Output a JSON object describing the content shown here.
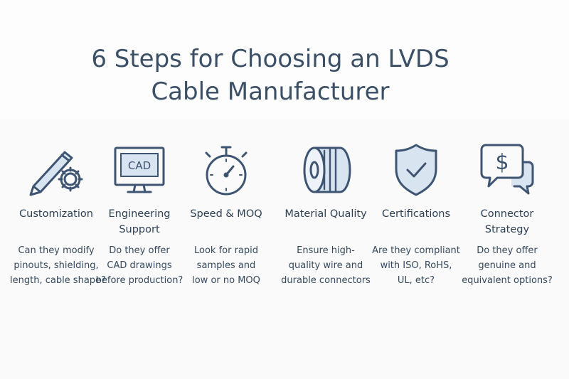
{
  "title": {
    "line1": "6 Steps for Choosing an LVDS",
    "line2": "Cable Manufacturer"
  },
  "steps": [
    {
      "icon": "pencil-gear-icon",
      "heading": "Customization",
      "desc": [
        "Can they modify",
        "pinouts, shielding,",
        "length, cable shape?"
      ]
    },
    {
      "icon": "cad-monitor-icon",
      "icon_text": "CAD",
      "heading": "Engineering Support",
      "desc": [
        "Do they offer",
        "CAD drawings",
        "before production?"
      ]
    },
    {
      "icon": "stopwatch-icon",
      "heading": "Speed & MOQ",
      "desc": [
        "Look for rapid",
        "samples and",
        "low or no MOQ"
      ]
    },
    {
      "icon": "cable-spool-icon",
      "heading": "Material Quality",
      "desc": [
        "Ensure high-",
        "quality wire and",
        "durable connectors"
      ]
    },
    {
      "icon": "shield-check-icon",
      "heading": "Certifications",
      "desc": [
        "Are they compliant",
        "with ISO, RoHS,",
        "UL, etc?"
      ]
    },
    {
      "icon": "dollar-chat-icon",
      "icon_text": "$",
      "heading": "Connector Strategy",
      "desc": [
        "Do they offer",
        "genuine and",
        "equivalent options?"
      ]
    }
  ],
  "colors": {
    "text": "#2f4459",
    "icon_stroke": "#3d5572",
    "icon_fill": "#d9e4f1"
  }
}
